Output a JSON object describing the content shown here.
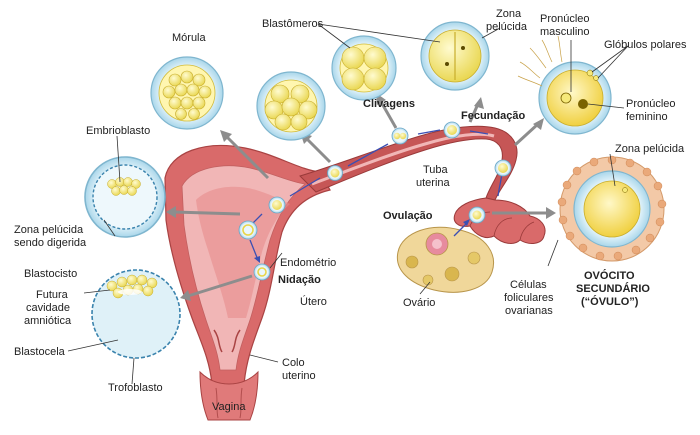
{
  "labels": {
    "morula": "Mórula",
    "blastomeros": "Blastômeros",
    "zona_pelucida_top_1": "Zona",
    "zona_pelucida_top_2": "pelúcida",
    "pronucleo_masculino_1": "Pronúcleo",
    "pronucleo_masculino_2": "masculino",
    "globulos_polares": "Glóbulos polares",
    "pronucleo_feminino_1": "Pronúcleo",
    "pronucleo_feminino_2": "feminino",
    "clivagens": "Clivagens",
    "fecundacao": "Fecundação",
    "embrioblasto": "Embrioblasto",
    "tuba_uterina_1": "Tuba",
    "tuba_uterina_2": "uterina",
    "zona_pelucida_right": "Zona pelúcida",
    "zona_digerida_1": "Zona pelúcida",
    "zona_digerida_2": "sendo digerida",
    "ovulacao": "Ovulação",
    "endometrio": "Endométrio",
    "nidacao": "Nidação",
    "blastocisto": "Blastocisto",
    "futura_cavidade_1": "Futura",
    "futura_cavidade_2": "cavidade",
    "futura_cavidade_3": "amniótica",
    "utero": "Útero",
    "ovocito_1": "OVÓCITO",
    "ovocito_2": "SECUNDÁRIO",
    "ovocito_3": "(“ÓVULO”)",
    "celulas_foliculares_1": "Células",
    "celulas_foliculares_2": "foliculares",
    "celulas_foliculares_3": "ovarianas",
    "ovario": "Ovário",
    "blastocela": "Blastocela",
    "colo_uterino_1": "Colo",
    "colo_uterino_2": "uterino",
    "trofoblasto": "Trofoblasto",
    "vagina": "Vagina"
  },
  "colors": {
    "uterus_outer": "#d96a6a",
    "uterus_inner": "#f1b6b6",
    "tube": "#c65656",
    "cell_yellow": "#f6e97a",
    "zona_blue": "#cfe9f5",
    "corona": "#f3c9a7",
    "arrow_gray": "#8d8d8d",
    "path_blue": "#3b4fb3"
  }
}
